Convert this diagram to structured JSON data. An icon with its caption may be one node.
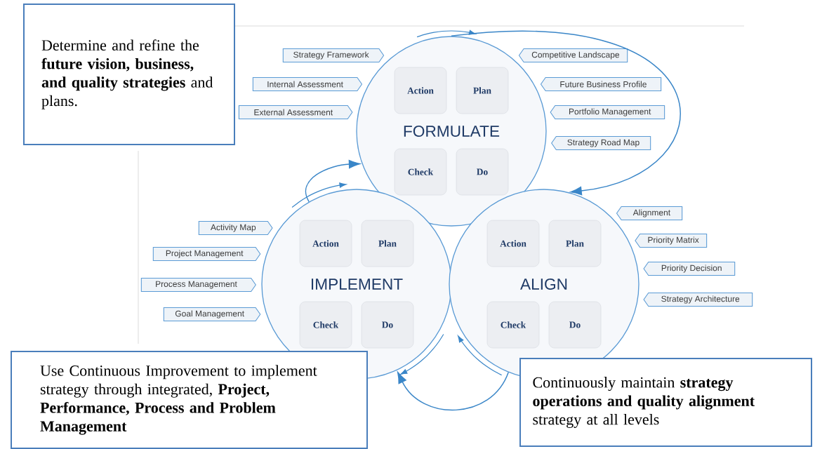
{
  "diagram": {
    "nodes": [
      {
        "text": [
          "Determine and refine the **future vision, business, and quality strategies** and plans."
        ]
      },
      {
        "text": [
          "FORMULATE"
        ]
      },
      {
        "text": [
          "Action"
        ],
        "in": 1
      },
      {
        "text": [
          "Plan"
        ],
        "in": 1
      },
      {
        "text": [
          "Check"
        ],
        "in": 1
      },
      {
        "text": [
          "Do"
        ],
        "in": 1
      },
      {
        "text": [
          "Strategy Framework"
        ]
      },
      {
        "text": [
          "Internal Assessment"
        ]
      },
      {
        "text": [
          "External Assessment"
        ]
      },
      {
        "text": [
          "Competitive Landscape"
        ]
      },
      {
        "text": [
          "Future Business Profile"
        ]
      },
      {
        "text": [
          "Portfolio Management"
        ]
      },
      {
        "text": [
          "Strategy Road Map"
        ]
      },
      {
        "text": [
          "IMPLEMENT"
        ]
      },
      {
        "text": [
          "Action"
        ],
        "in": 13
      },
      {
        "text": [
          "Plan"
        ],
        "in": 13
      },
      {
        "text": [
          "Check"
        ],
        "in": 13
      },
      {
        "text": [
          "Do"
        ],
        "in": 13
      },
      {
        "text": [
          "Activity Map"
        ]
      },
      {
        "text": [
          "Project Management"
        ]
      },
      {
        "text": [
          "Process Management"
        ]
      },
      {
        "text": [
          "Goal Management"
        ]
      },
      {
        "text": [
          "ALIGN"
        ]
      },
      {
        "text": [
          "Action"
        ],
        "in": 22
      },
      {
        "text": [
          "Plan"
        ],
        "in": 22
      },
      {
        "text": [
          "Check"
        ],
        "in": 22
      },
      {
        "text": [
          "Do"
        ],
        "in": 22
      },
      {
        "text": [
          "Alignment"
        ]
      },
      {
        "text": [
          "Priority Matrix"
        ]
      },
      {
        "text": [
          "Priority Decision"
        ]
      },
      {
        "text": [
          "Strategy Architecture"
        ]
      },
      {
        "text": [
          "Use Continuous Improvement to implement strategy through integrated, **Project, Performance, Process and Problem Management**"
        ]
      },
      {
        "text": [
          "Continuously maintain **strategy operations and quality alignment** strategy at all levels"
        ]
      }
    ],
    "edges": [
      {
        "from": 1,
        "to": 22,
        "arrow": "to"
      },
      {
        "from": 22,
        "to": 13,
        "arrow": "to"
      },
      {
        "from": 13,
        "to": 1,
        "arrow": "to"
      }
    ]
  }
}
